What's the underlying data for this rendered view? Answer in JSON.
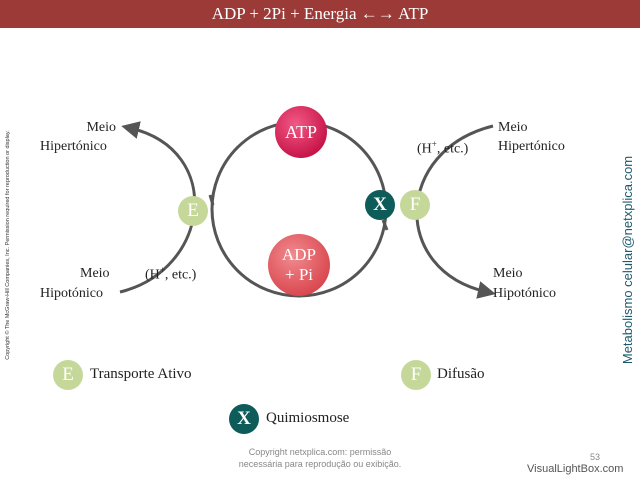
{
  "title": "ADP + 2Pi + Energia ←→ ATP",
  "copyright_vertical": "Copyright © The McGraw-Hill Companies, Inc. Permission required for reproduction or display.",
  "side_brand": "Metabolismo celular@netxplica.com",
  "left": {
    "top_label_line1": "Meio",
    "top_label_line2": "Hipertónico",
    "bottom_label_line1": "Meio",
    "bottom_label_line2": "Hipotónico",
    "ion_label": "(H",
    "ion_sup": "+",
    "ion_rest": ", etc.)",
    "node": "E"
  },
  "right": {
    "top_label_line1": "Meio",
    "top_label_line2": "Hipertónico",
    "bottom_label_line1": "Meio",
    "bottom_label_line2": "Hipotónico",
    "ion_label": "(H",
    "ion_sup": "+",
    "ion_rest": ", etc.)",
    "node": "F",
    "x_node": "X"
  },
  "cycle": {
    "top": "ATP",
    "bottom_line1": "ADP",
    "bottom_line2": "+ Pi"
  },
  "legend": [
    {
      "symbol": "E",
      "text": "Transporte Ativo"
    },
    {
      "symbol": "F",
      "text": "Difusão"
    },
    {
      "symbol": "X",
      "text": "Quimiosmose"
    }
  ],
  "footer_line1": "Copyright netxplica.com: permissão",
  "footer_line2": "necessária para reprodução ou exibição.",
  "page_number": "53",
  "watermark": "VisualLightBox.com",
  "colors": {
    "title_bar": "#9b3a36",
    "atp": "#d81b52",
    "adp": "#e0555c",
    "green_node": "#c5d89a",
    "x_node": "#0e5c5a",
    "brand_text": "#1d5a6e"
  }
}
